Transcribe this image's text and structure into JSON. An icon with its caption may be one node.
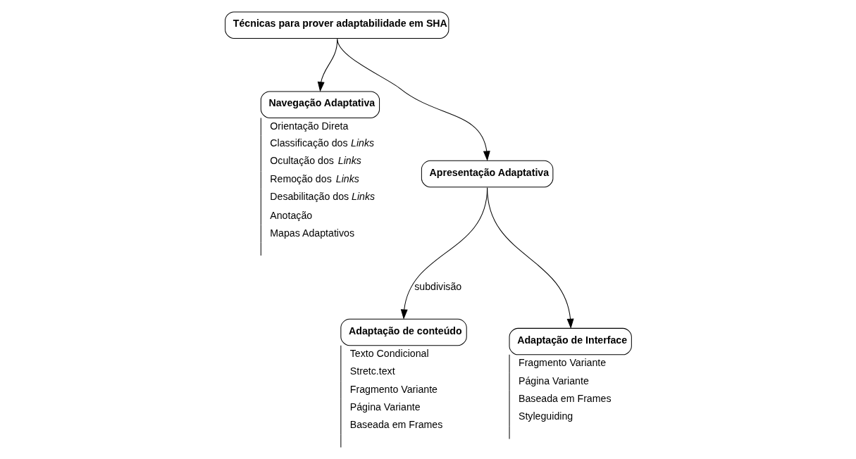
{
  "diagram": {
    "nodes": [
      {
        "text": [
          "Técnicas para prover adaptabilidade em SHA"
        ]
      },
      {
        "text": [
          "Navegação Adaptativa",
          "Orientação Direta",
          "Classificação dos *Links*",
          "Ocultação dos *Links*",
          "Remoção dos *Links*",
          "Desabilitação dos *Links*",
          "Anotação",
          "Mapas Adaptativos"
        ]
      },
      {
        "text": [
          "Apresentação Adaptativa"
        ]
      },
      {
        "text": [
          "Adaptação de conteúdo",
          "Texto Condicional",
          "Stretc.text",
          "Fragmento Variante",
          "Página Variante",
          "Baseada em Frames"
        ]
      },
      {
        "text": [
          "Adaptação de Interface",
          "Fragmento Variante",
          "Página Variante",
          "Baseada em Frames",
          "Styleguiding"
        ]
      }
    ],
    "edges": [
      {
        "from": 0,
        "to": 1,
        "arrow": "to"
      },
      {
        "from": 0,
        "to": 2,
        "arrow": "to"
      },
      {
        "from": 2,
        "to": 3,
        "arrow": "to",
        "label": "subdivisão"
      },
      {
        "from": 2,
        "to": 4,
        "arrow": "to"
      }
    ]
  }
}
